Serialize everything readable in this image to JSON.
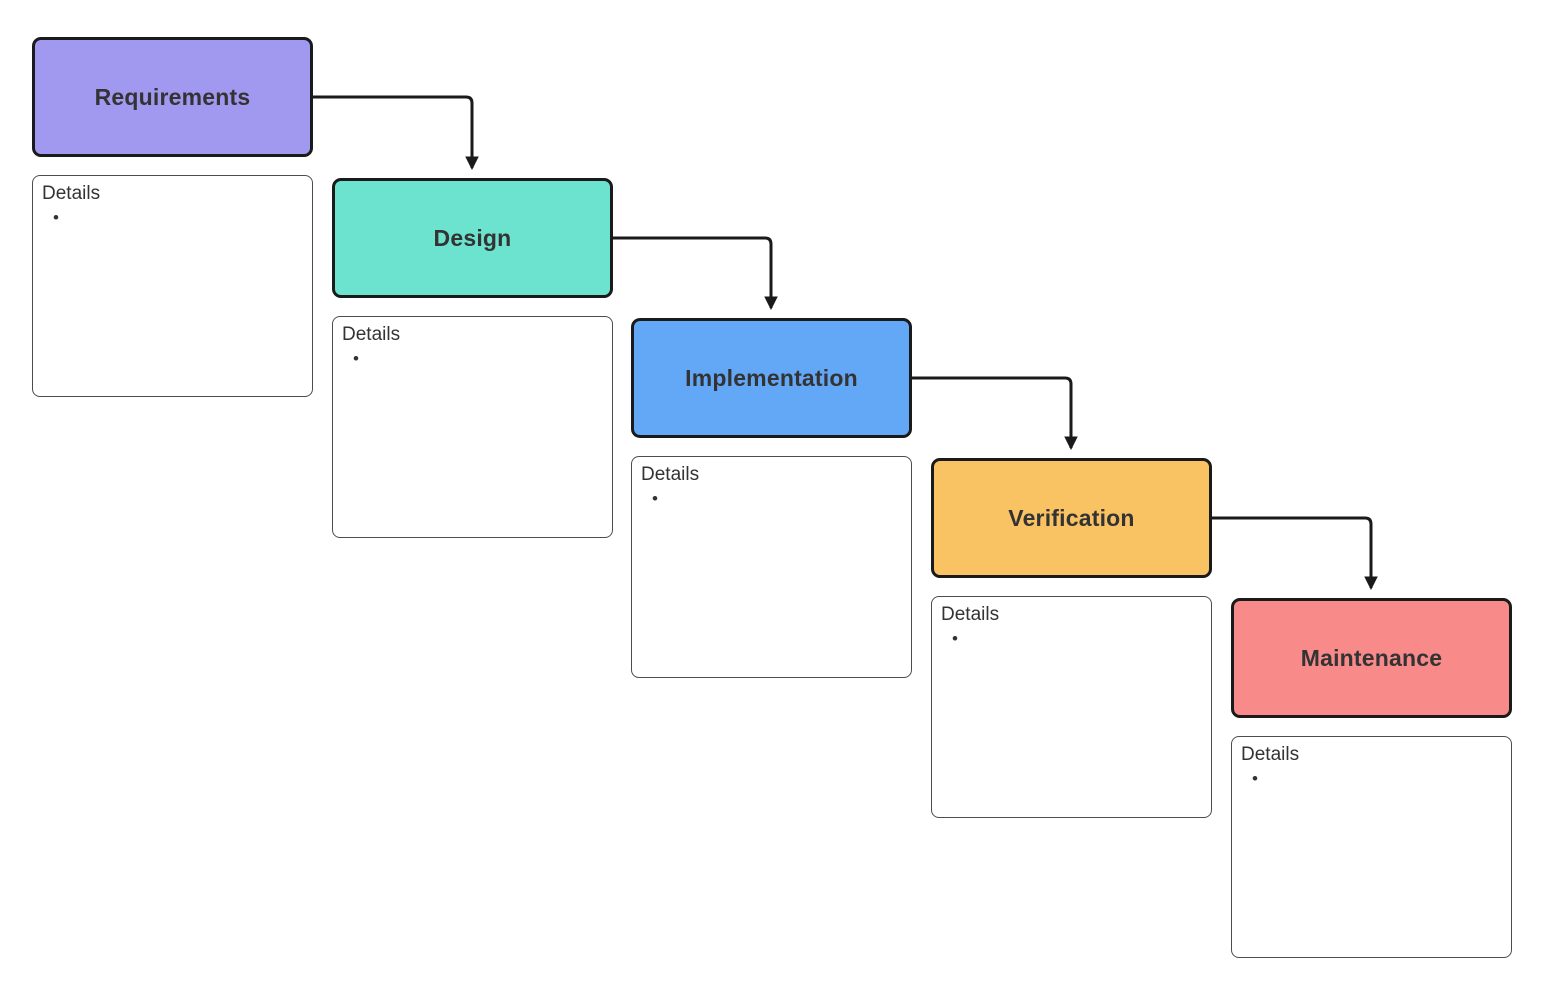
{
  "connector_color": "#1a1a1a",
  "stages": [
    {
      "name": "Requirements",
      "color": "#A198F0",
      "details_label": "Details",
      "bullet": "•"
    },
    {
      "name": "Design",
      "color": "#6CE3CE",
      "details_label": "Details",
      "bullet": "•"
    },
    {
      "name": "Implementation",
      "color": "#63A8F7",
      "details_label": "Details",
      "bullet": "•"
    },
    {
      "name": "Verification",
      "color": "#F9C263",
      "details_label": "Details",
      "bullet": "•"
    },
    {
      "name": "Maintenance",
      "color": "#F98A8A",
      "details_label": "Details",
      "bullet": "•"
    }
  ]
}
